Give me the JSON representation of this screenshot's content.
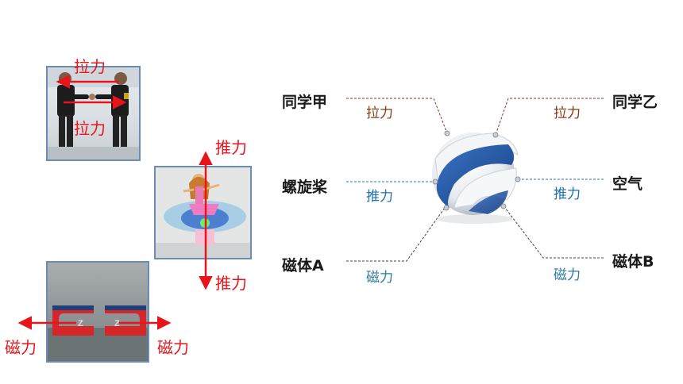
{
  "photos": {
    "handshake": {
      "label_top": "拉力",
      "label_bottom": "拉力"
    },
    "fairy": {
      "label_top": "推力",
      "label_bottom": "推力"
    },
    "magnets": {
      "label_left": "磁力",
      "label_right": "磁力",
      "magnet_letter_left": "Z",
      "magnet_letter_right": "Z"
    }
  },
  "diagram": {
    "left": [
      {
        "party": "同学甲",
        "force": "拉力"
      },
      {
        "party": "螺旋桨",
        "force": "推力"
      },
      {
        "party": "磁体A",
        "force": "磁力"
      }
    ],
    "right": [
      {
        "party": "同学乙",
        "force": "拉力"
      },
      {
        "party": "空气",
        "force": "推力"
      },
      {
        "party": "磁体B",
        "force": "磁力"
      }
    ]
  },
  "colors": {
    "arrow_red": "#e8141b",
    "pull_brown": "#8a3a12",
    "push_blue": "#1f6fa8",
    "magnetic_teal": "#2a7c9c",
    "sphere_blue": "#1f4f96"
  }
}
